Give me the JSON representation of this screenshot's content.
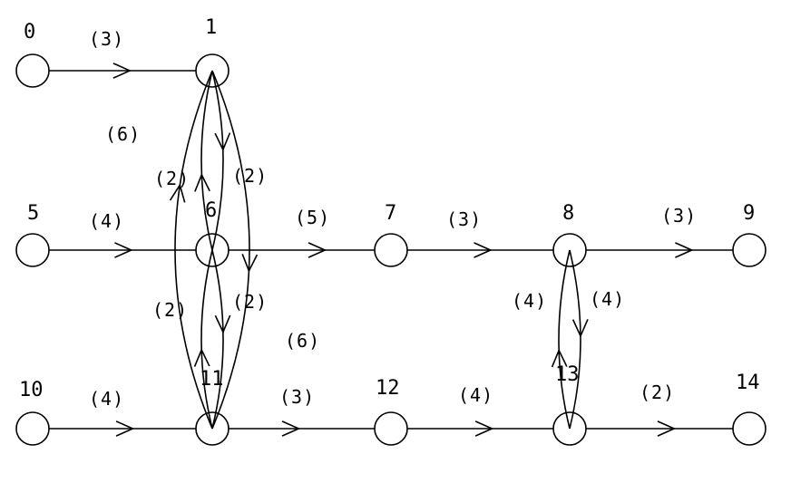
{
  "colors": {
    "ink": "#000000",
    "background": "#ffffff"
  },
  "nodes": [
    "0",
    "1",
    "5",
    "6",
    "7",
    "8",
    "9",
    "10",
    "11",
    "12",
    "13",
    "14"
  ],
  "edges": [
    {
      "from": "0",
      "to": "1",
      "weight": "(3)"
    },
    {
      "from": "5",
      "to": "6",
      "weight": "(4)"
    },
    {
      "from": "6",
      "to": "7",
      "weight": "(5)"
    },
    {
      "from": "7",
      "to": "8",
      "weight": "(3)"
    },
    {
      "from": "8",
      "to": "9",
      "weight": "(3)"
    },
    {
      "from": "10",
      "to": "11",
      "weight": "(4)"
    },
    {
      "from": "11",
      "to": "12",
      "weight": "(3)"
    },
    {
      "from": "12",
      "to": "13",
      "weight": "(4)"
    },
    {
      "from": "13",
      "to": "14",
      "weight": "(2)"
    },
    {
      "from": "6",
      "to": "1",
      "weight": "(2)"
    },
    {
      "from": "1",
      "to": "6",
      "weight": "(2)"
    },
    {
      "from": "11",
      "to": "6",
      "weight": "(2)"
    },
    {
      "from": "6",
      "to": "11",
      "weight": "(2)"
    },
    {
      "from": "11",
      "to": "1",
      "weight": "(6)"
    },
    {
      "from": "1",
      "to": "11",
      "weight": "(6)"
    },
    {
      "from": "13",
      "to": "8",
      "weight": "(4)"
    },
    {
      "from": "8",
      "to": "13",
      "weight": "(4)"
    }
  ]
}
